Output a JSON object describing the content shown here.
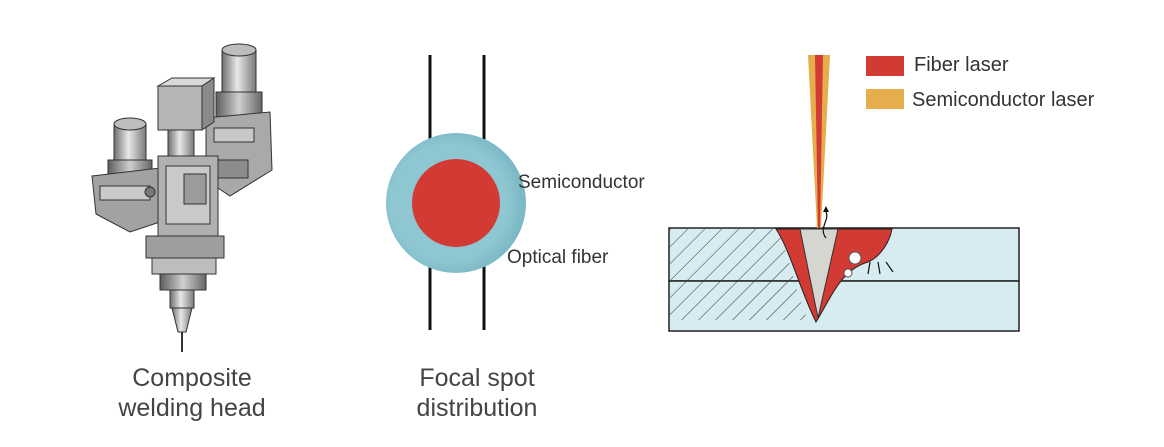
{
  "panels": {
    "head": {
      "caption_line1": "Composite",
      "caption_line2": "welding head"
    },
    "spot": {
      "caption_line1": "Focal spot",
      "caption_line2": "distribution",
      "label_outer": "Semiconductor",
      "label_inner": "Optical fiber"
    },
    "weld": {
      "legend_fiber": "Fiber laser",
      "legend_semi": "Semiconductor laser"
    }
  },
  "colors": {
    "fiber_red": "#d23a34",
    "semi_orange": "#e6ad4c",
    "ring_blue": "#8ec6d1",
    "plate_blue": "#d7ecf1",
    "outline": "#222222",
    "head_gray": "#9a9a9a"
  },
  "icons": {
    "head": "welding-head-illustration"
  }
}
